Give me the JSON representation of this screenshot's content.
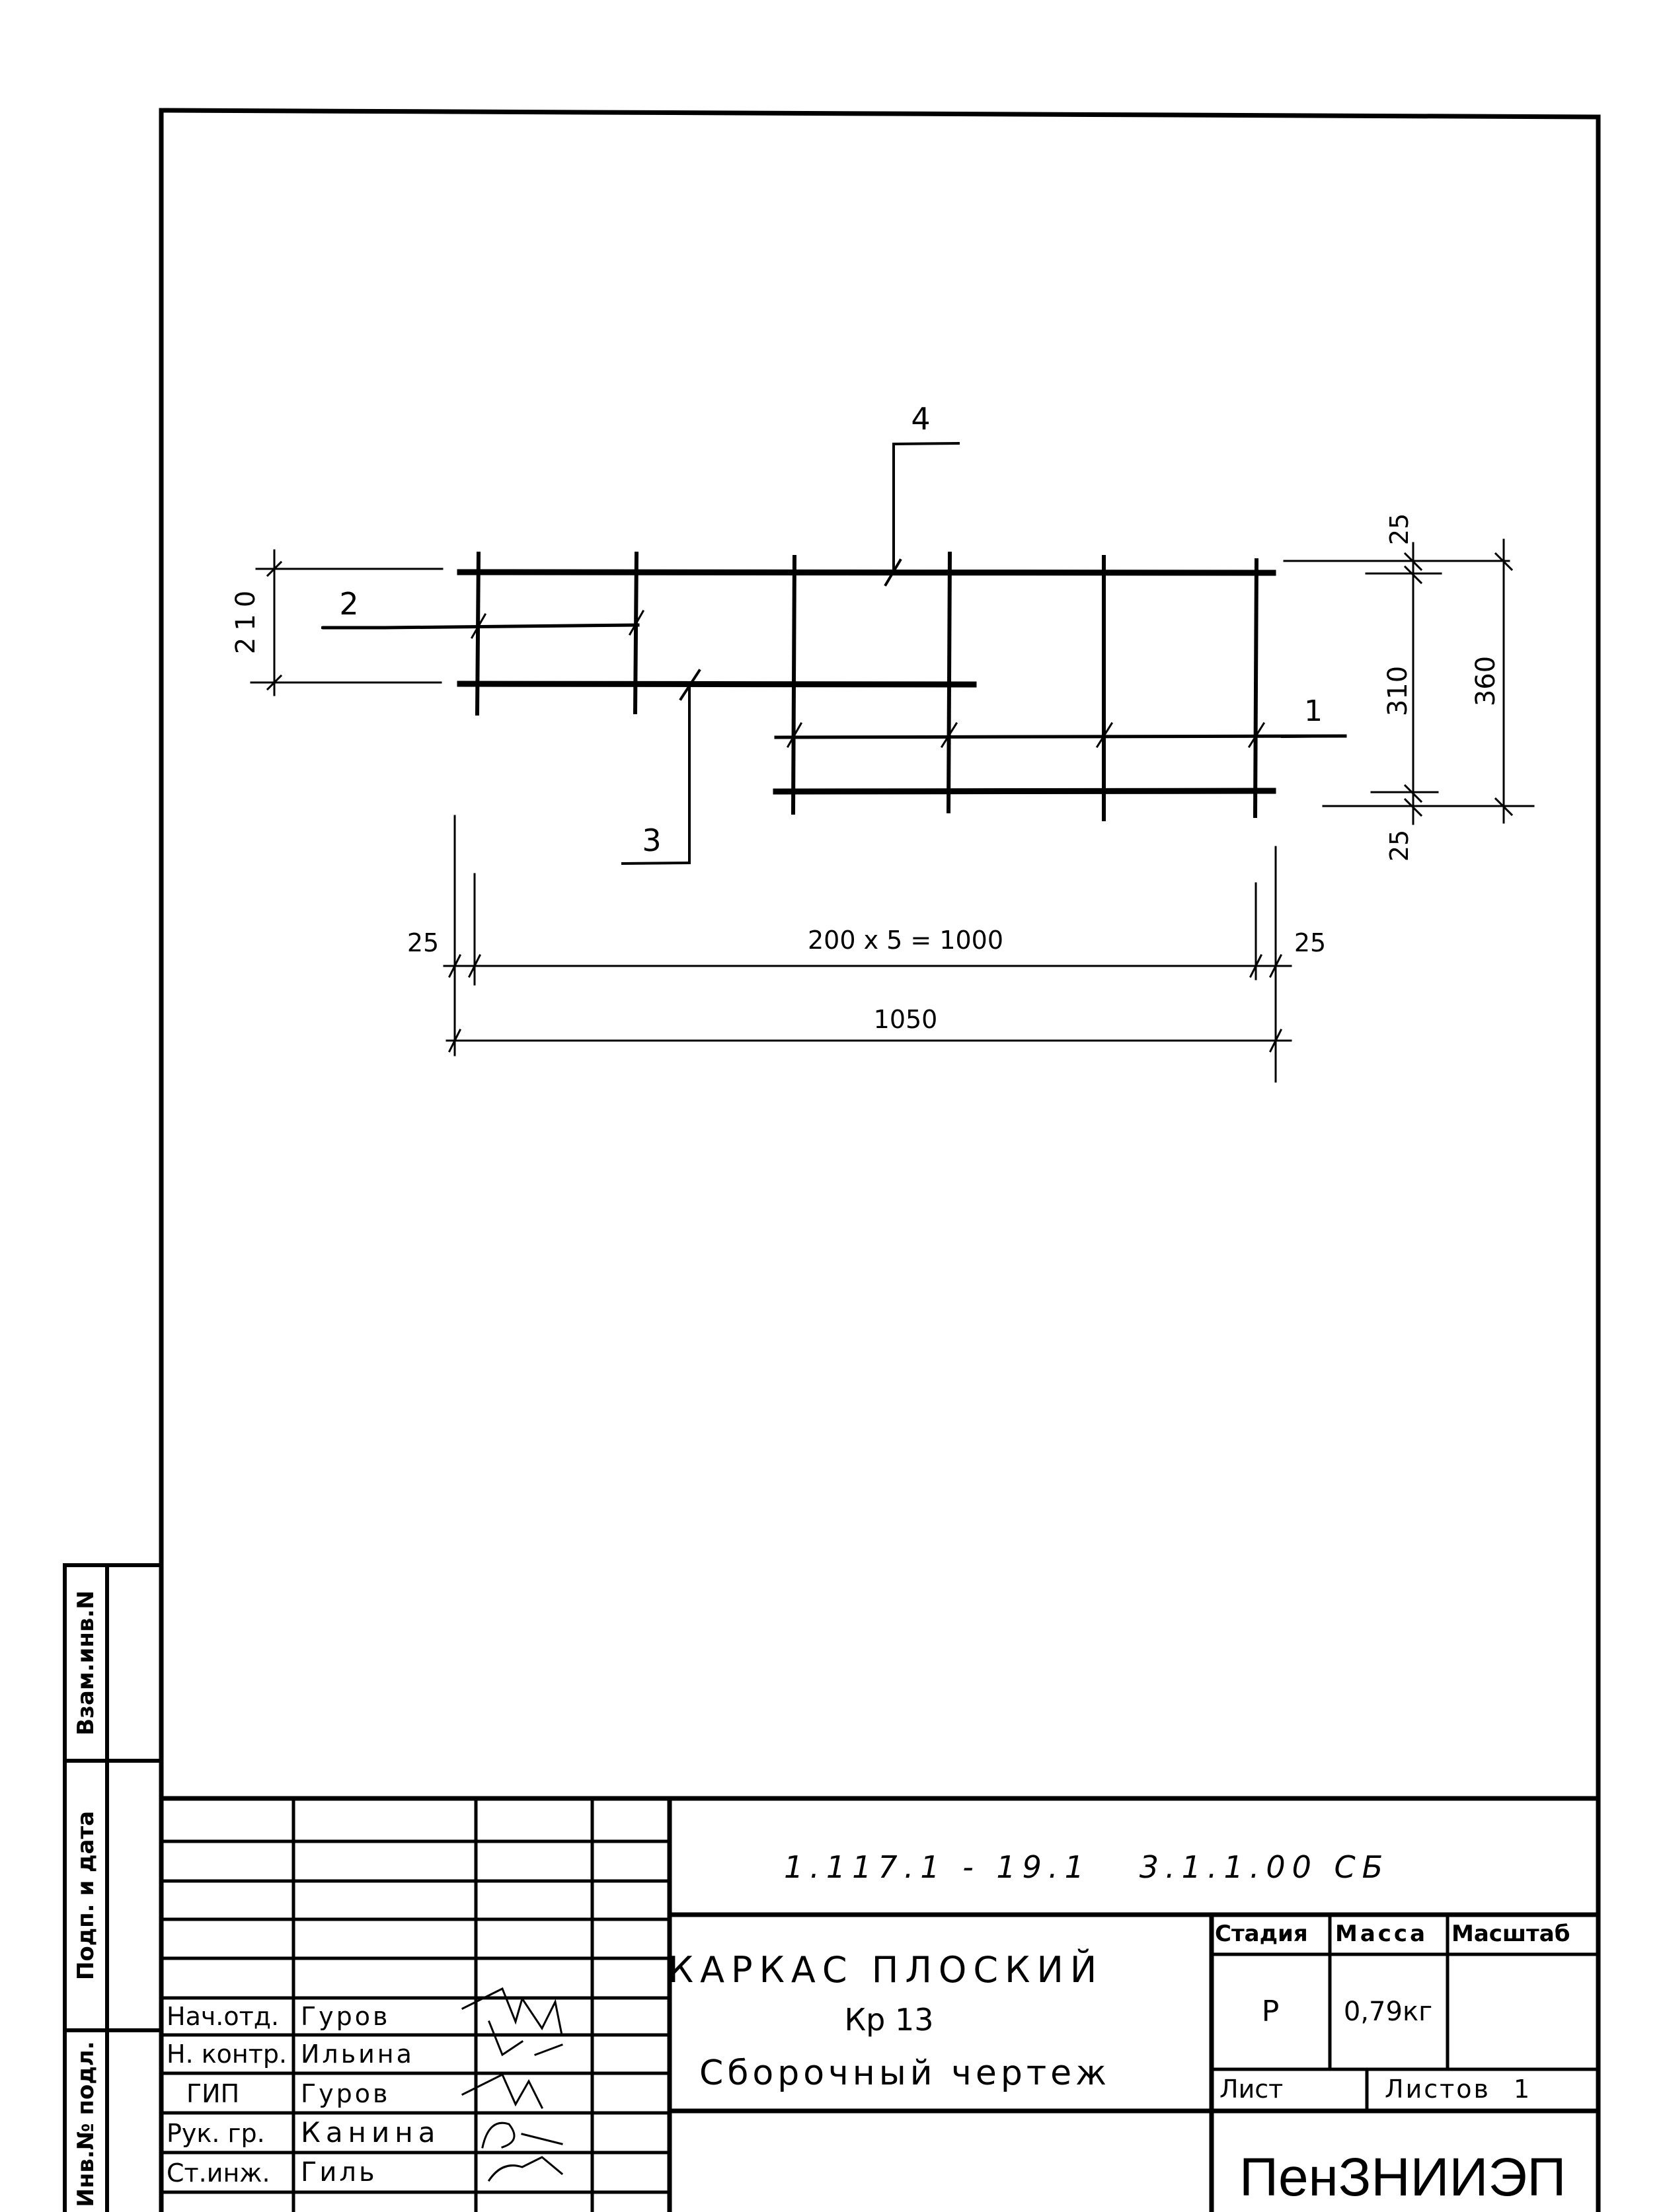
{
  "drawing": {
    "callouts": [
      {
        "id": "1",
        "label": "1"
      },
      {
        "id": "2",
        "label": "2"
      },
      {
        "id": "3",
        "label": "3"
      },
      {
        "id": "4",
        "label": "4"
      }
    ],
    "dimensions": {
      "left_height": "210",
      "right_top_offset": "25",
      "right_inner": "310",
      "right_outer": "360",
      "right_bottom_offset": "25",
      "bottom_left_offset": "25",
      "bottom_spacing": "200 x 5 = 1000",
      "bottom_right_offset": "25",
      "bottom_total": "1050"
    }
  },
  "side_strip": {
    "cells": [
      {
        "label": "Взам.инв.N"
      },
      {
        "label": "Подп. и дата"
      },
      {
        "label": "Инв.№ подл."
      }
    ]
  },
  "title_block": {
    "document_code": "1.117.1 - 19.1   3.1.1.00 СБ",
    "title": {
      "line1": "Каркас плоский",
      "line2": "Кр 13",
      "line3": "Сборочный чертеж"
    },
    "signatures": [
      {
        "role": "Нач.отд.",
        "name": "Гуров"
      },
      {
        "role": "Н. контр.",
        "name": "Ильина"
      },
      {
        "role": "ГИП",
        "name": "Гуров"
      },
      {
        "role": "Рук. гр.",
        "name": "Канина"
      },
      {
        "role": "Ст.инж.",
        "name": "Гиль"
      }
    ],
    "stage": {
      "header": "Стадия",
      "value": "Р"
    },
    "mass": {
      "header": "Масса",
      "value": "0,79кг"
    },
    "scale": {
      "header": "Масштаб",
      "value": ""
    },
    "sheet": {
      "label": "Лист",
      "value": ""
    },
    "sheets": {
      "label": "Листов",
      "value": "1"
    },
    "organization": "ПенЗНИИЭП"
  }
}
